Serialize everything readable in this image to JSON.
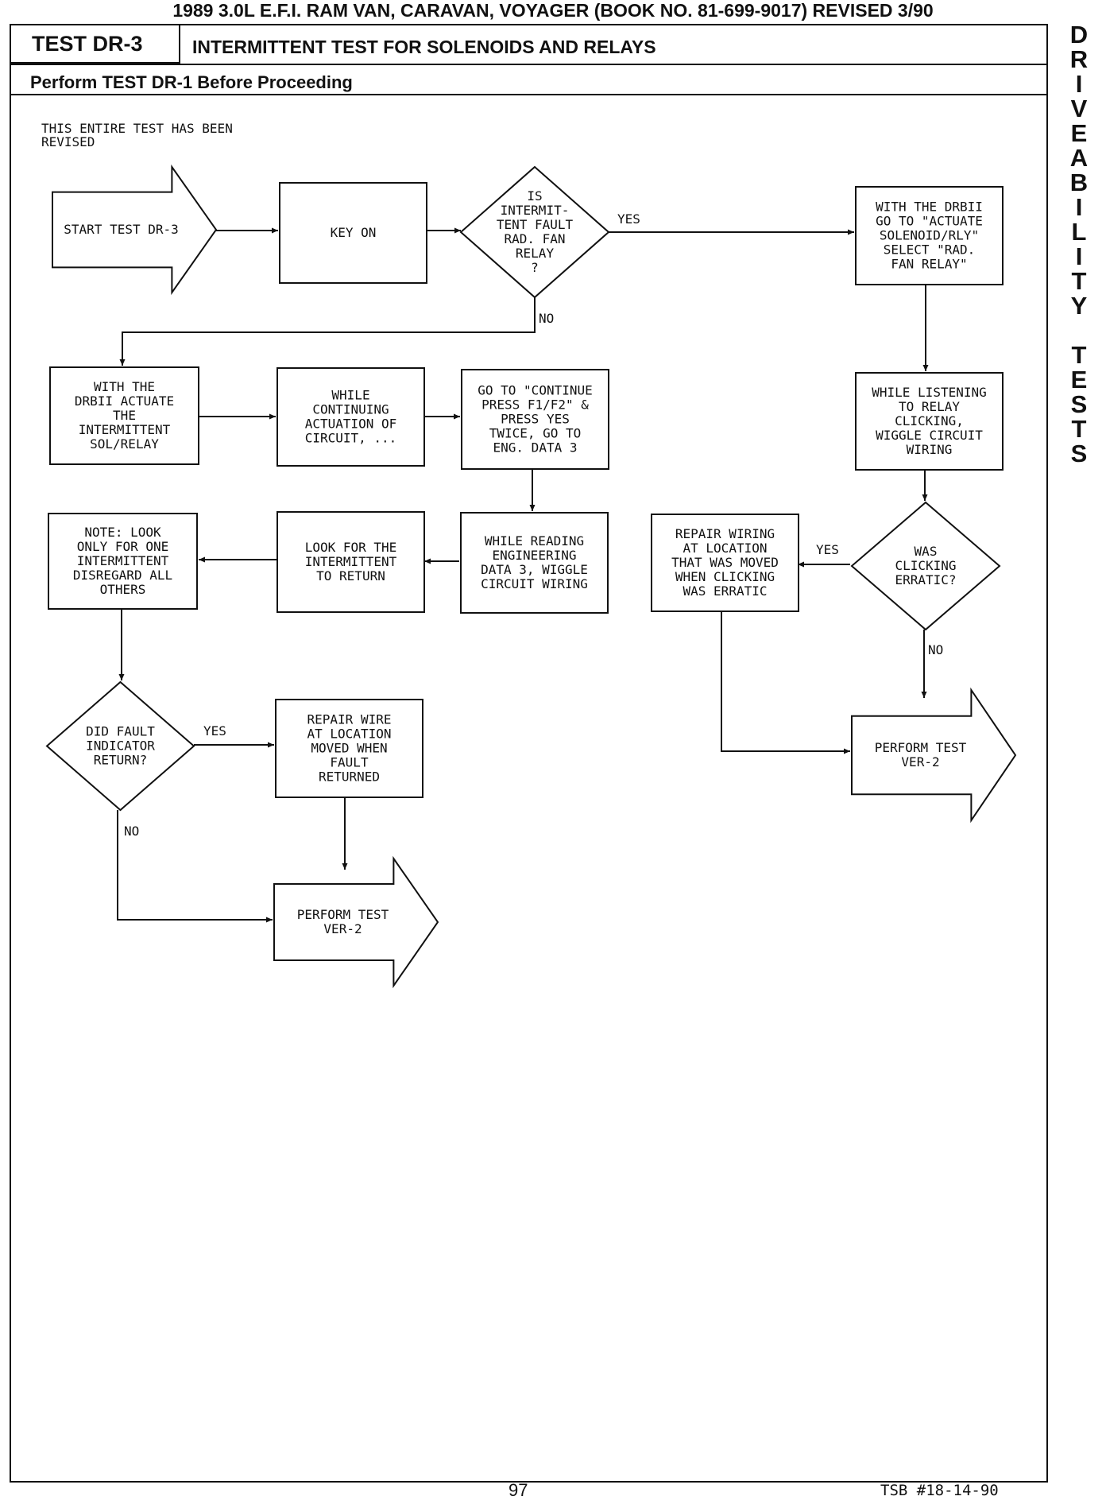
{
  "page_header": "1989 3.0L E.F.I. RAM VAN, CARAVAN, VOYAGER (BOOK NO. 81-699-9017)   REVISED 3/90",
  "test_id": "TEST DR-3",
  "test_title": "INTERMITTENT TEST FOR SOLENOIDS AND RELAYS",
  "prerequisite": "Perform TEST DR-1 Before Proceeding",
  "revision_note": [
    "THIS ENTIRE TEST HAS BEEN",
    "REVISED"
  ],
  "side_label": [
    "D",
    "R",
    "I",
    "V",
    "E",
    "A",
    "B",
    "I",
    "L",
    "I",
    "T",
    "Y",
    "",
    "T",
    "E",
    "S",
    "T",
    "S"
  ],
  "page_number": "97",
  "tsb_number": "TSB #18-14-90",
  "flowchart": {
    "nodes": [
      {
        "id": "start",
        "shape": "arrow",
        "lines": [
          "START TEST DR-3"
        ]
      },
      {
        "id": "key_on",
        "shape": "box",
        "lines": [
          "KEY ON"
        ]
      },
      {
        "id": "q_rad_fan",
        "shape": "decision",
        "lines": [
          "IS",
          "INTERMIT-",
          "TENT FAULT",
          "RAD. FAN",
          "RELAY",
          "?"
        ]
      },
      {
        "id": "actuate_rad_fan",
        "shape": "box",
        "lines": [
          "WITH THE DRBII",
          "GO TO \"ACTUATE",
          "SOLENOID/RLY\"",
          "SELECT \"RAD.",
          "FAN RELAY\""
        ]
      },
      {
        "id": "actuate_intermittent",
        "shape": "box",
        "lines": [
          "WITH THE",
          "DRBII ACTUATE",
          "THE",
          "INTERMITTENT",
          "SOL/RELAY"
        ]
      },
      {
        "id": "continue_actuation",
        "shape": "box",
        "lines": [
          "WHILE",
          "CONTINUING",
          "ACTUATION OF",
          "CIRCUIT, ..."
        ]
      },
      {
        "id": "go_to_continue",
        "shape": "box",
        "lines": [
          "GO TO \"CONTINUE",
          "PRESS F1/F2\" &",
          "PRESS YES",
          "TWICE, GO TO",
          "ENG. DATA 3"
        ]
      },
      {
        "id": "listen_relay",
        "shape": "box",
        "lines": [
          "WHILE LISTENING",
          "TO RELAY",
          "CLICKING,",
          "WIGGLE CIRCUIT",
          "WIRING"
        ]
      },
      {
        "id": "note_look",
        "shape": "box",
        "lines": [
          "NOTE: LOOK",
          "ONLY FOR ONE",
          "INTERMITTENT",
          "DISREGARD ALL",
          "OTHERS"
        ]
      },
      {
        "id": "look_return",
        "shape": "box",
        "lines": [
          "LOOK FOR THE",
          "INTERMITTENT",
          "TO RETURN"
        ]
      },
      {
        "id": "reading_eng_data",
        "shape": "box",
        "lines": [
          "WHILE READING",
          "ENGINEERING",
          "DATA 3, WIGGLE",
          "CIRCUIT WIRING"
        ]
      },
      {
        "id": "repair_clicking",
        "shape": "box",
        "lines": [
          "REPAIR WIRING",
          "AT LOCATION",
          "THAT WAS MOVED",
          "WHEN CLICKING",
          "WAS ERRATIC"
        ]
      },
      {
        "id": "q_clicking",
        "shape": "decision",
        "lines": [
          "WAS",
          "CLICKING",
          "ERRATIC?"
        ]
      },
      {
        "id": "q_fault_return",
        "shape": "decision",
        "lines": [
          "DID FAULT",
          "INDICATOR",
          "RETURN?"
        ]
      },
      {
        "id": "repair_fault",
        "shape": "box",
        "lines": [
          "REPAIR WIRE",
          "AT LOCATION",
          "MOVED WHEN",
          "FAULT",
          "RETURNED"
        ]
      },
      {
        "id": "ver2_right",
        "shape": "arrow",
        "lines": [
          "PERFORM TEST",
          "VER-2"
        ]
      },
      {
        "id": "ver2_bottom",
        "shape": "arrow",
        "lines": [
          "PERFORM TEST",
          "VER-2"
        ]
      }
    ],
    "edge_labels": {
      "rad_fan_yes": "YES",
      "rad_fan_no": "NO",
      "clicking_yes": "YES",
      "clicking_no": "NO",
      "fault_yes": "YES",
      "fault_no": "NO"
    }
  }
}
